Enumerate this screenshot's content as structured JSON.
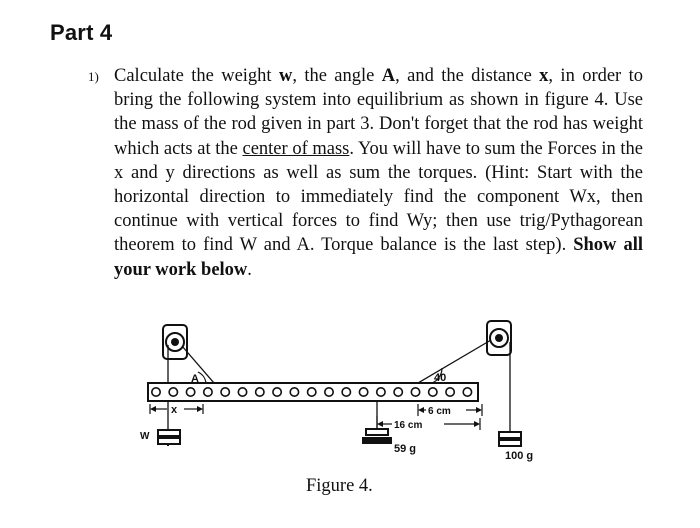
{
  "heading": "Part 4",
  "problem": {
    "number": "1)",
    "t1": "Calculate the weight ",
    "b1": "w",
    "t2": ", the angle ",
    "b2": "A",
    "t3": ", and the distance ",
    "b3": "x",
    "t4": ", in order to bring the following system into equilibrium as shown in figure 4. Use the mass of the rod given in part 3. Don't forget that the rod has weight which acts at the ",
    "u1": "center of mass",
    "t5": ". You will have to sum the Forces in the x and y directions as well as sum the torques. (Hint: Start with the horizontal direction to immediately  find the component Wx, then continue with vertical forces to find Wy; then use trig/Pythagorean theorem to find W and A. Torque balance is the last step). ",
    "b4": "Show all your work below",
    "t6": "."
  },
  "figure": {
    "angle_A": "A",
    "angle_40": "40",
    "dist_x": "x",
    "dist_6cm": "6 cm",
    "dist_16cm": "16 cm",
    "weight_w": "W",
    "mass_59": "59 g",
    "mass_100": "100 g"
  },
  "caption": "Figure 4."
}
